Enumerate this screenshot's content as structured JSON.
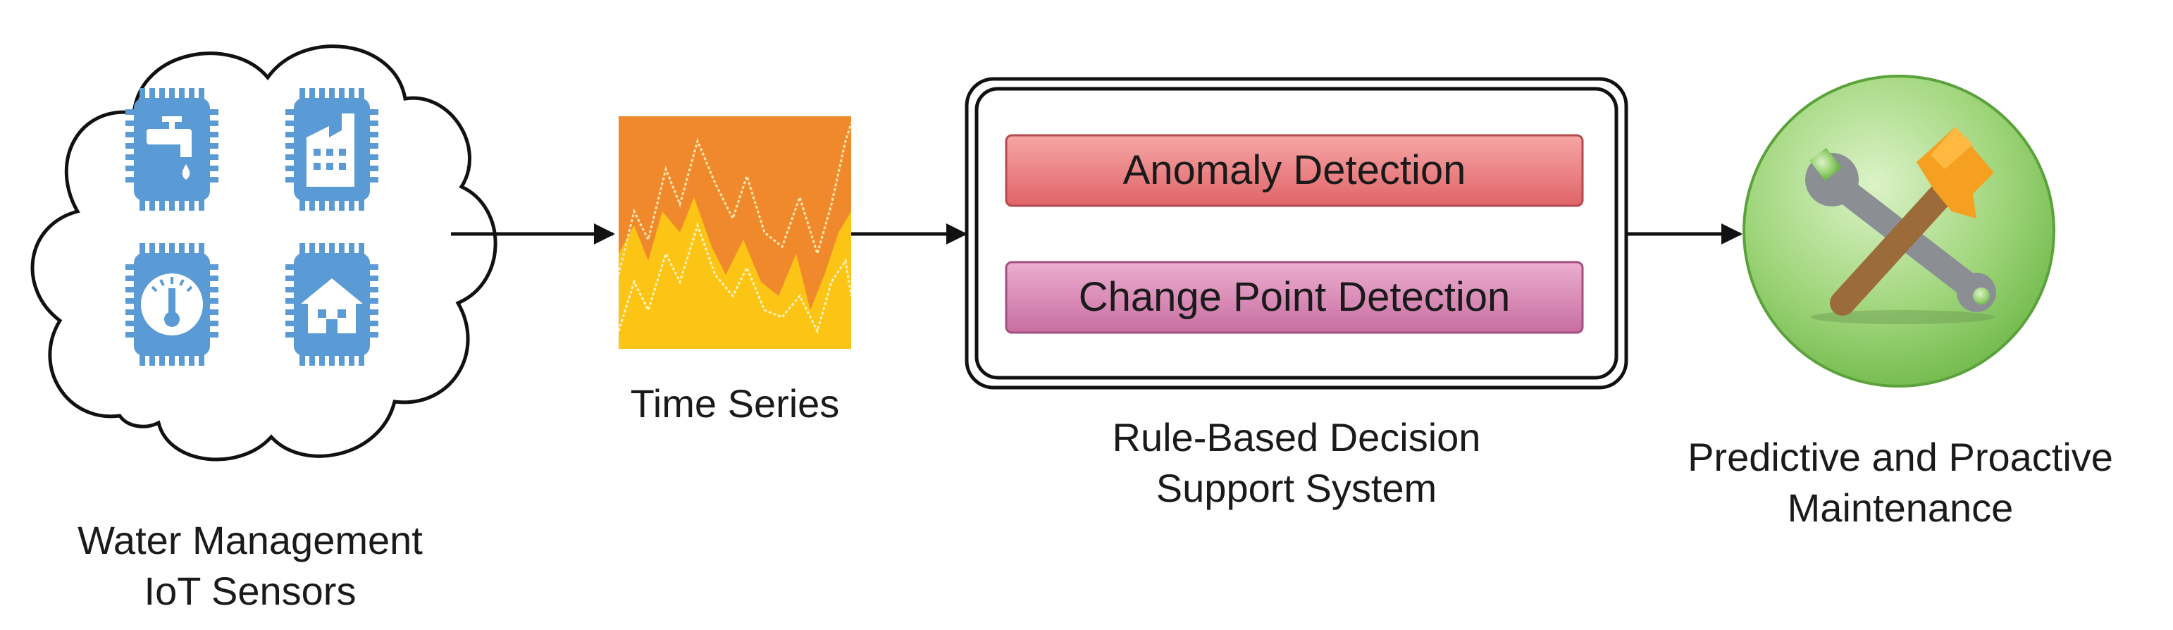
{
  "nodes": {
    "sensors": {
      "label_line1": "Water Management",
      "label_line2": "IoT Sensors"
    },
    "time_series": {
      "label": "Time Series"
    },
    "decision_system": {
      "label_line1": "Rule-Based Decision",
      "label_line2": "Support System",
      "anomaly_button": "Anomaly Detection",
      "change_point_button": "Change Point Detection"
    },
    "maintenance": {
      "label_line1": "Predictive and Proactive",
      "label_line2": "Maintenance"
    }
  },
  "icons": {
    "sensor_cloud": "cloud-icon",
    "chips": [
      "water-tap-chip-icon",
      "factory-chip-icon",
      "thermometer-chip-icon",
      "house-chip-icon"
    ],
    "chart": "time-series-chart-icon",
    "tools": "wrench-hammer-icon"
  },
  "colors": {
    "chip_blue": "#5b9bd5",
    "chart_orange": "#f0892b",
    "chart_yellow": "#fcc414",
    "anomaly_red": "#e8787a",
    "change_point_pink": "#d486b0",
    "maintenance_green": "#7cc05a"
  }
}
